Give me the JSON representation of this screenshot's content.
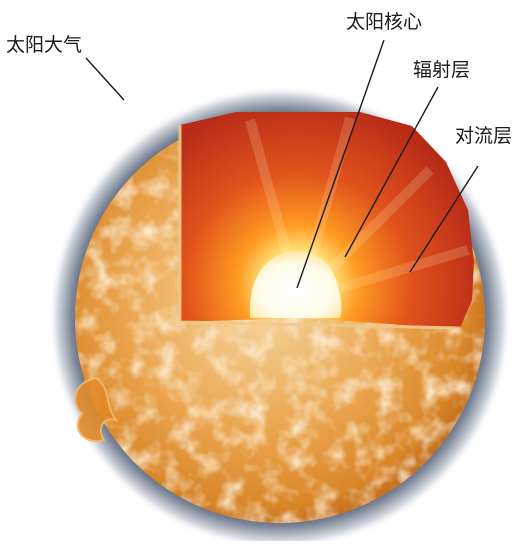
{
  "labels": {
    "atmosphere": "太阳大气",
    "core": "太阳核心",
    "radiative_zone": "辐射层",
    "convection_zone": "对流层"
  },
  "colors": {
    "atmosphere_halo": "#2b3548",
    "surface": "#e9a24a",
    "surface_light": "#f8e6c4",
    "cutaway_outer": "#c8341c",
    "cutaway_inner": "#ff8a1e",
    "core": "#fffbe8",
    "leader_line": "#1a1a1a"
  }
}
